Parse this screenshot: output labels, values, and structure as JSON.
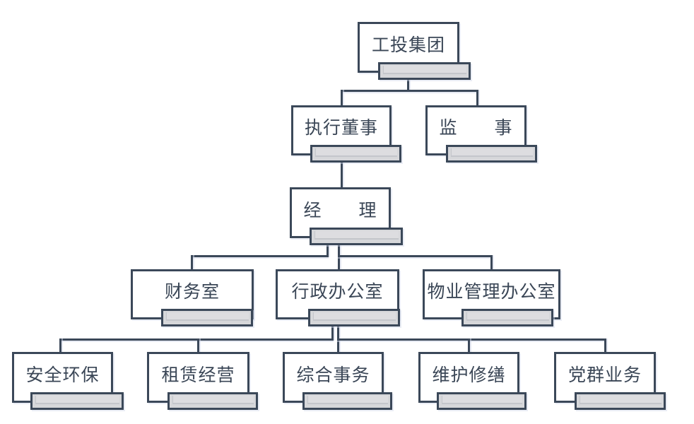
{
  "diagram": {
    "type": "org-chart",
    "company": "工投集团",
    "colors": {
      "line": "#3b4859",
      "box_fill": "#ffffff",
      "tag_fill": "#d6d7da",
      "tag_inner": "#dddde0",
      "tag_bevel": "#c4c6cb",
      "text": "#3a4656"
    },
    "nodes": [
      {
        "id": "gongtou-jituan",
        "label": "工投集团",
        "level": 1,
        "parent": null
      },
      {
        "id": "zhixing-dongshi",
        "label": "执行董事",
        "level": 2,
        "parent": "gongtou-jituan"
      },
      {
        "id": "jianshi",
        "label": "监　　事",
        "level": 2,
        "parent": "gongtou-jituan"
      },
      {
        "id": "jingli",
        "label": "经　　理",
        "level": 3,
        "parent": "zhixing-dongshi"
      },
      {
        "id": "caiwushi",
        "label": "财务室",
        "level": 4,
        "parent": "jingli"
      },
      {
        "id": "xingzheng-bangongshi",
        "label": "行政办公室",
        "level": 4,
        "parent": "jingli"
      },
      {
        "id": "wuye-guanli-bangongshi",
        "label": "物业管理办公室",
        "level": 4,
        "parent": "jingli"
      },
      {
        "id": "anquan-huanbao",
        "label": "安全环保",
        "level": 5,
        "parent": "xingzheng-bangongshi"
      },
      {
        "id": "zulin-jingying",
        "label": "租赁经营",
        "level": 5,
        "parent": "xingzheng-bangongshi"
      },
      {
        "id": "zonghe-shiwu",
        "label": "综合事务",
        "level": 5,
        "parent": "xingzheng-bangongshi"
      },
      {
        "id": "weihu-xiushan",
        "label": "维护修缮",
        "level": 5,
        "parent": "xingzheng-bangongshi"
      },
      {
        "id": "dangqun-yewu",
        "label": "党群业务",
        "level": 5,
        "parent": "xingzheng-bangongshi"
      }
    ]
  }
}
